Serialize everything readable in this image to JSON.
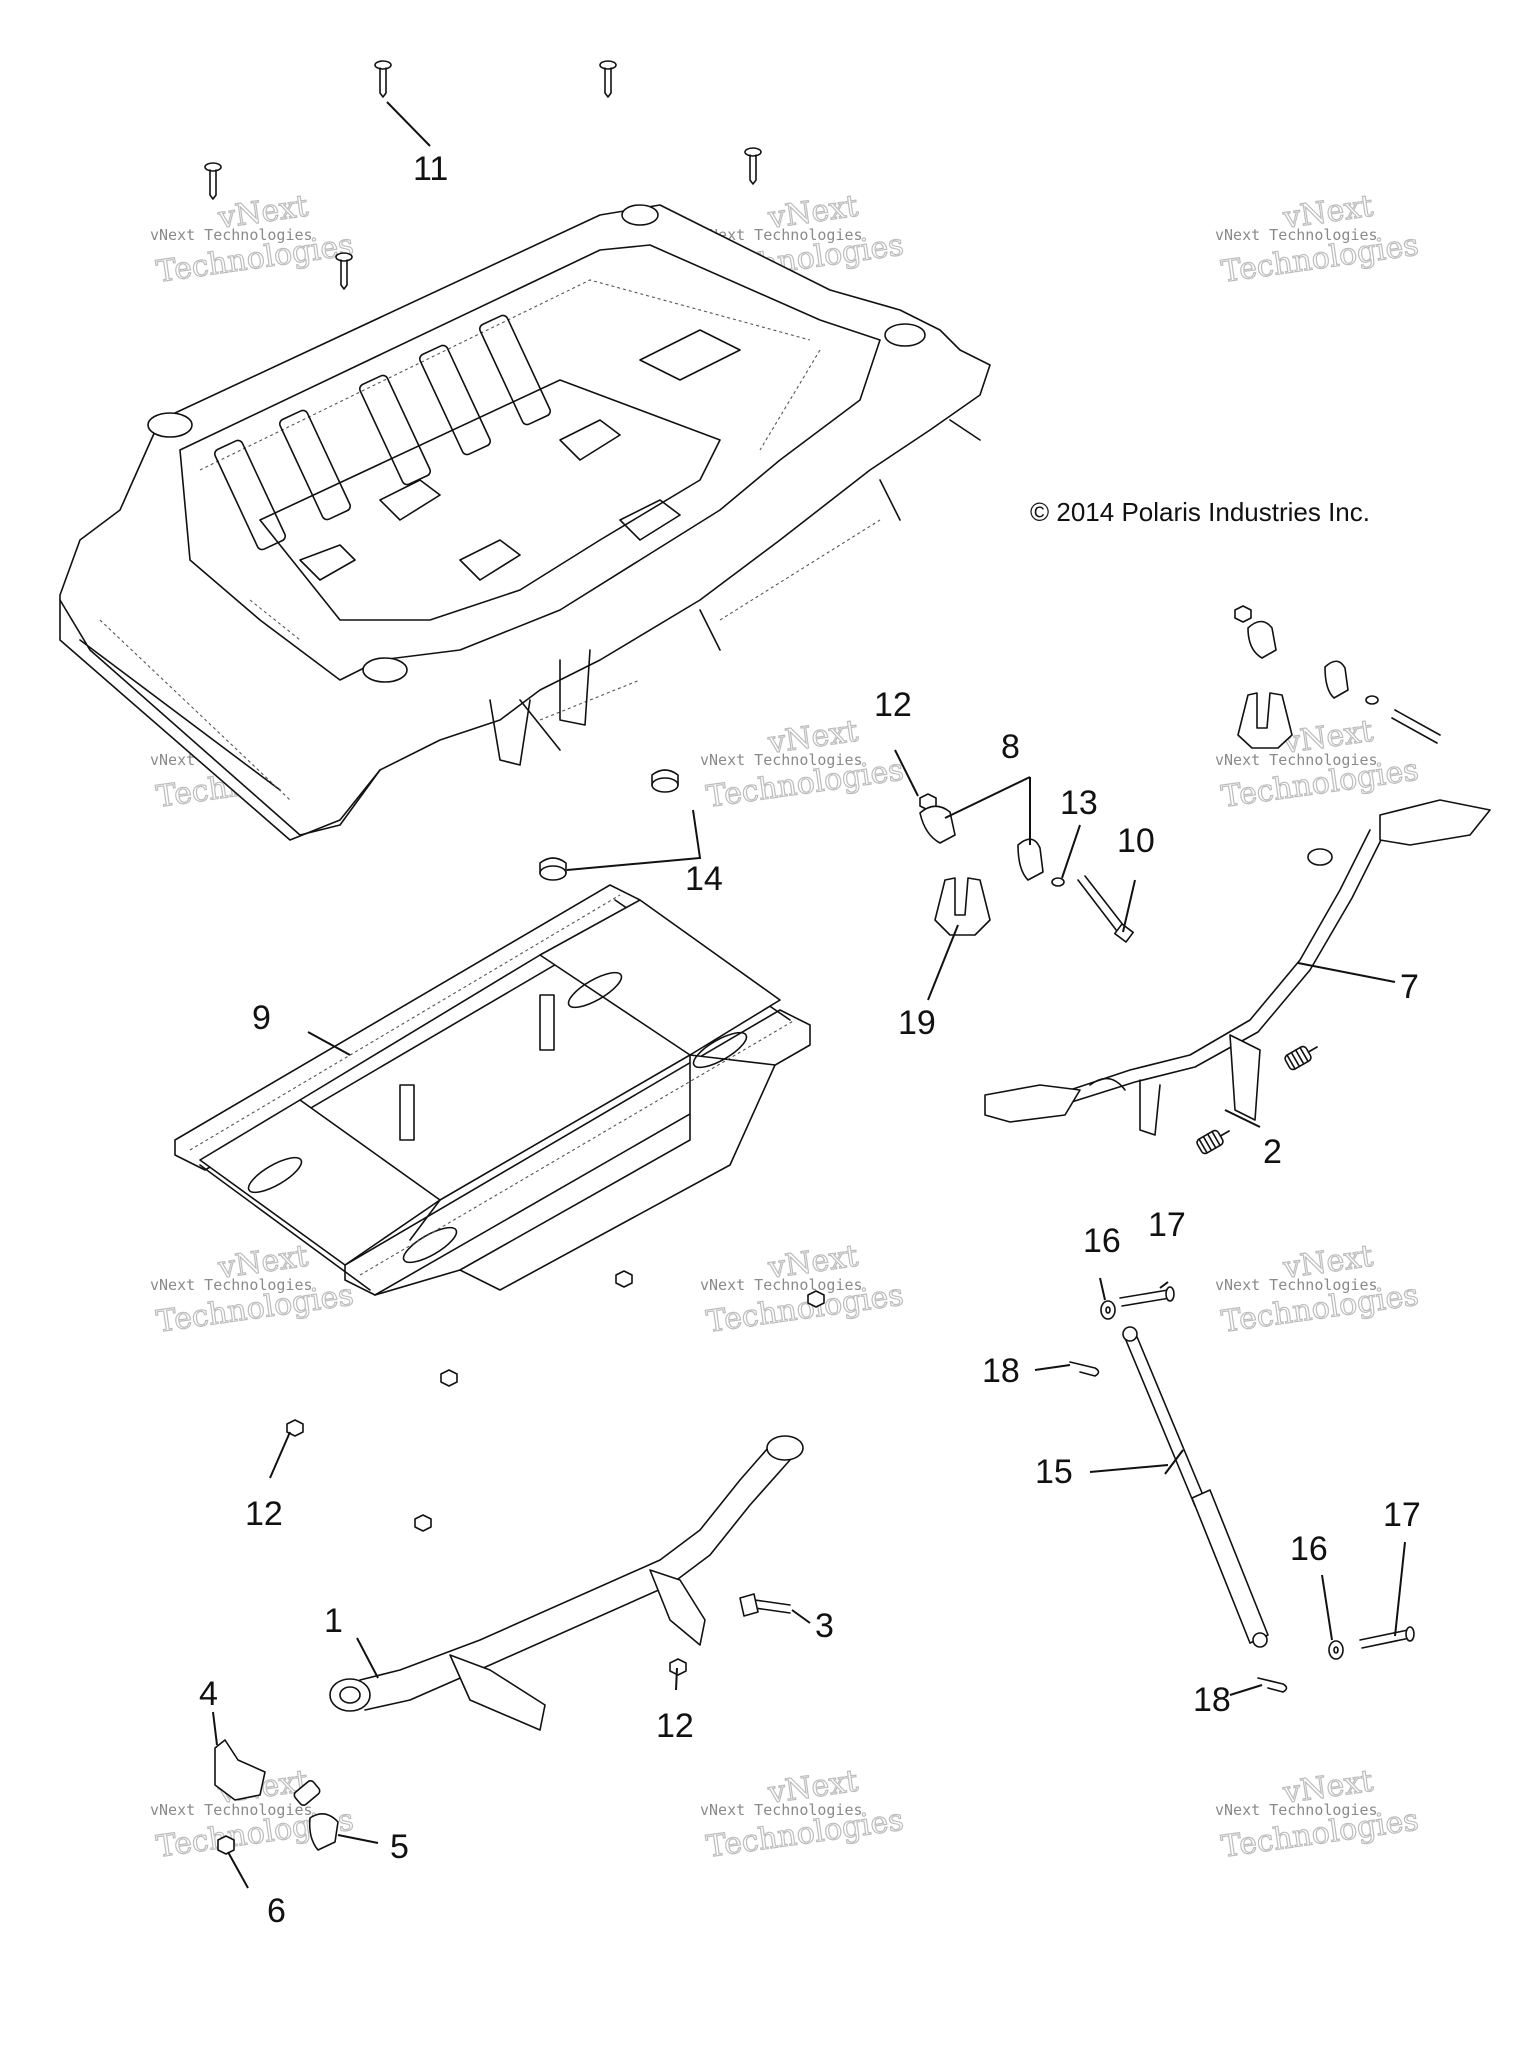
{
  "copyright": "© 2014 Polaris Industries Inc.",
  "watermark": {
    "line1": "vNext",
    "line2": "vNext Technologies",
    "line3": "Technologies"
  },
  "callouts": {
    "c1": "1",
    "c2": "2",
    "c3": "3",
    "c4": "4",
    "c5": "5",
    "c6": "6",
    "c7": "7",
    "c8": "8",
    "c9": "9",
    "c10": "10",
    "c11": "11",
    "c12a": "12",
    "c12b": "12",
    "c12c": "12",
    "c13": "13",
    "c14": "14",
    "c15": "15",
    "c16a": "16",
    "c16b": "16",
    "c17a": "17",
    "c17b": "17",
    "c18a": "18",
    "c18b": "18",
    "c19": "19"
  }
}
